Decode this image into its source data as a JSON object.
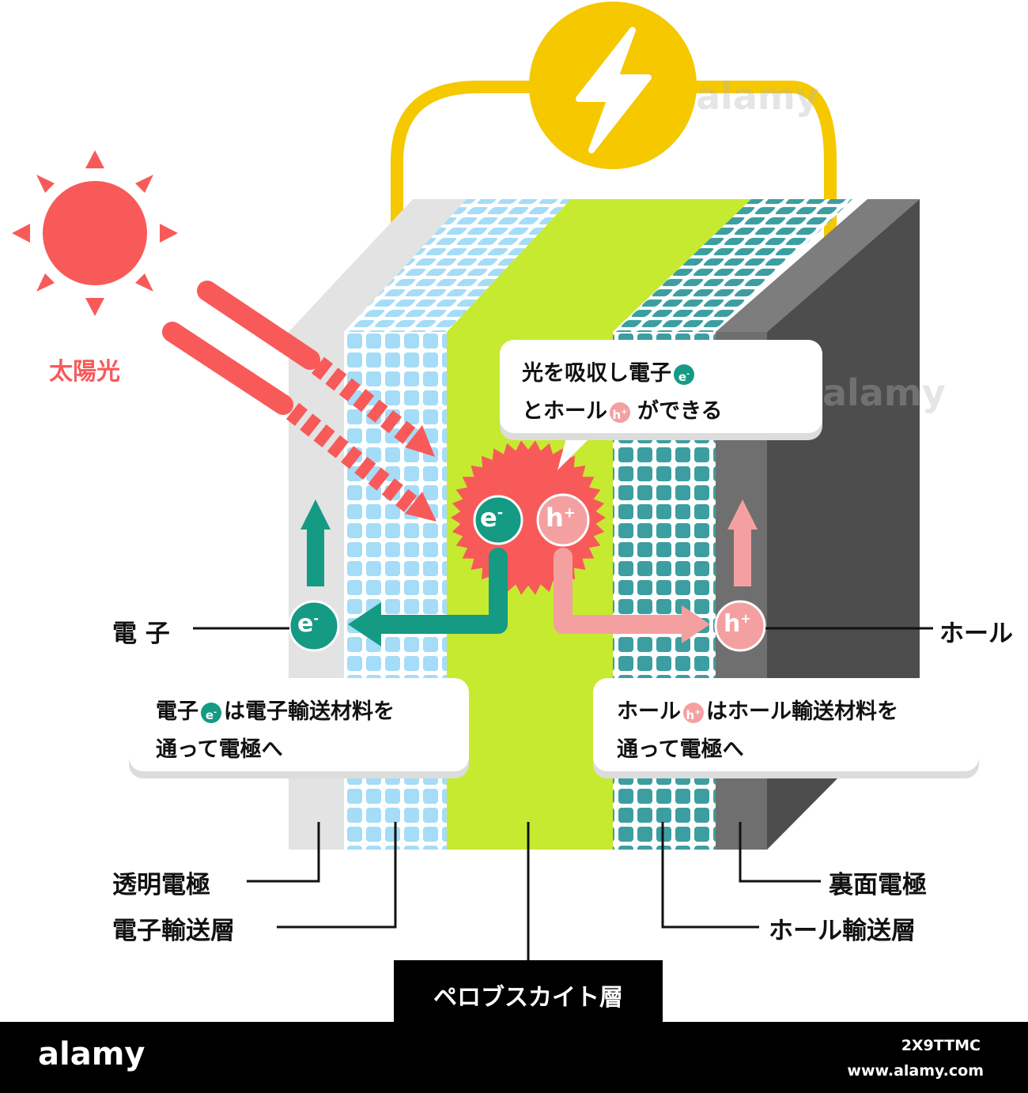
{
  "colors": {
    "sun": "#f85a5a",
    "electron": "#159a84",
    "hole": "#f4a0a1",
    "perovskite": "#c6ea2f",
    "wire": "#f5c800",
    "transparent_electrode": "#e3e3e3",
    "electron_transport": "#a5dcf7",
    "hole_transport": "#3c9ea1",
    "back_electrode": "#5f5f5f"
  },
  "icons": {
    "sun": "sun-icon",
    "power": "lightning-bolt-icon",
    "electron": "electron-badge",
    "hole": "hole-badge"
  },
  "sunlight_label": "太陽光",
  "generation_bubble": {
    "line1_prefix": "光を吸収し電子",
    "line2_prefix": "とホール",
    "line2_suffix": "ができる"
  },
  "electron_bubble": {
    "line1_prefix": "電子",
    "line1_suffix": "は電子輸送材料を",
    "line2": "通って電極へ"
  },
  "hole_bubble": {
    "line1_prefix": "ホール",
    "line1_suffix": "はホール輸送材料を",
    "line2": "通って電極へ"
  },
  "particles": {
    "electron_symbol": "e",
    "electron_sup": "-",
    "hole_symbol": "h",
    "hole_sup": "+"
  },
  "side_labels": {
    "electron": "電 子",
    "hole": "ホール"
  },
  "layer_labels": {
    "transparent_electrode": "透明電極",
    "electron_transport": "電子輸送層",
    "perovskite": "ペロブスカイト層",
    "hole_transport": "ホール輸送層",
    "back_electrode": "裏面電極"
  },
  "stock": {
    "logo": "alamy",
    "image_id": "2X9TTMC",
    "url": "www.alamy.com"
  }
}
